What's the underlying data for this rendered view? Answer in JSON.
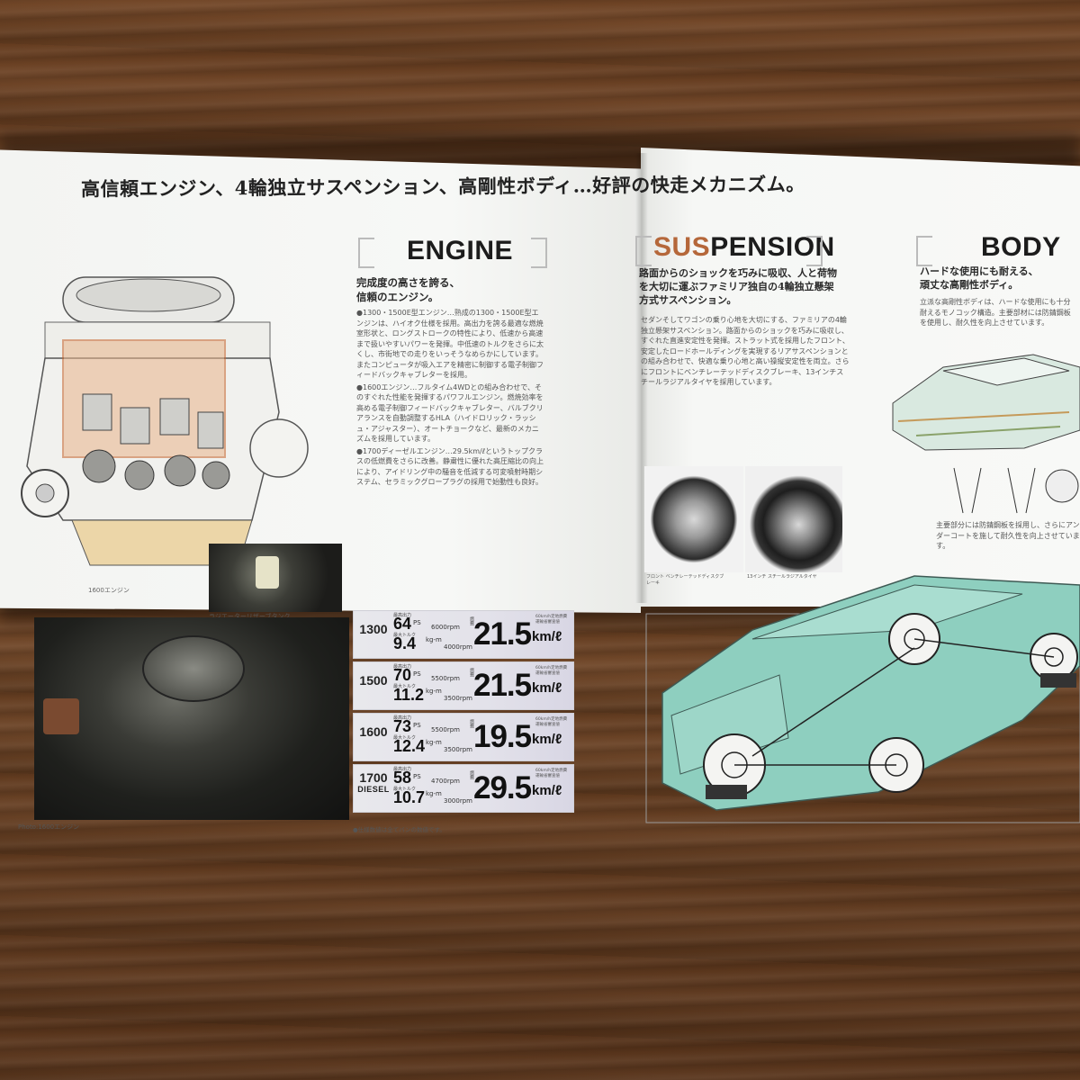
{
  "headline": "高信頼エンジン、4輪独立サスペンション、高剛性ボディ…好評の快走メカニズム。",
  "engine": {
    "title": "ENGINE",
    "subhead": [
      "完成度の高さを誇る、",
      "信頼のエンジン。"
    ],
    "paragraphs": [
      "●1300・1500E型エンジン…熟成の1300・1500E型エンジンは、ハイオク仕様を採用。高出力を誇る最適な燃焼室形状と、ロングストロークの特性により、低速から高速まで扱いやすいパワーを発揮。中低速のトルクをさらに太くし、市街地での走りをいっそうなめらかにしています。またコンピュータが吸入エアを精密に制御する電子制御フィードバックキャブレターを採用。",
      "●1600エンジン…フルタイム4WDとの組み合わせで、そのすぐれた性能を発揮するパワフルエンジン。燃焼効率を高める電子制御フィードバックキャブレター、バルブクリアランスを自動調整するHLA（ハイドロリック・ラッシュ・アジャスター）、オートチョークなど、最新のメカニズムを採用しています。",
      "●1700ディーゼルエンジン…29.5km/ℓというトップクラスの低燃費をさらに改善。静粛性に優れた高圧縮比の向上により、アイドリング中の騒音を低減する可変噴射時期システム、セラミックグロープラグの採用で始動性も良好。"
    ],
    "illustration_caption": "1600エンジン",
    "photo_small_caption": "ラジエーターリザーブタンク",
    "photo_large_caption": "Photo:1600エンジン",
    "specs": [
      {
        "model": "1300",
        "model_sub": "",
        "ps": "64",
        "ps_rpm": "6000rpm",
        "kg": "9.4",
        "kg_rpm": "4000rpm",
        "fuel": "21.5"
      },
      {
        "model": "1500",
        "model_sub": "",
        "ps": "70",
        "ps_rpm": "5500rpm",
        "kg": "11.2",
        "kg_rpm": "3500rpm",
        "fuel": "21.5"
      },
      {
        "model": "1600",
        "model_sub": "",
        "ps": "73",
        "ps_rpm": "5500rpm",
        "kg": "12.4",
        "kg_rpm": "3500rpm",
        "fuel": "19.5"
      },
      {
        "model": "1700",
        "model_sub": "DIESEL",
        "ps": "58",
        "ps_rpm": "4700rpm",
        "kg": "10.7",
        "kg_rpm": "3000rpm",
        "fuel": "29.5"
      }
    ],
    "ps_unit": "PS",
    "kg_unit": "kg-m",
    "fuel_unit": "km/ℓ",
    "spec_label_ps": "最高出力",
    "spec_label_kg": "最大トルク",
    "spec_label_fuel": "燃費",
    "spec_note": "60km/h定地燃費 運輸省審査値",
    "footnote": "●仕様数値は全てバンの数値です。"
  },
  "suspension": {
    "title_accent": "SUS",
    "title_rest": "PENSION",
    "subhead": [
      "路面からのショックを巧みに吸収、人と荷物",
      "を大切に運ぶファミリア独自の4輪独立懸架",
      "方式サスペンション。"
    ],
    "paragraphs": [
      "セダンそしてワゴンの乗り心地を大切にする、ファミリアの4輪独立懸架サスペンション。路面からのショックを巧みに吸収し、すぐれた直進安定性を発揮。ストラット式を採用したフロント、安定したロードホールディングを実現するリアサスペンションとの組み合わせで、快適な乗り心地と高い操縦安定性を両立。さらにフロントにベンチレーテッドディスクブレーキ、13インチスチールラジアルタイヤを採用しています。"
    ],
    "photo1_caption": "フロント ベンチレーテッドディスクブレーキ",
    "photo2_caption": "13インチ スチールラジアルタイヤ"
  },
  "body": {
    "title": "BODY",
    "subhead": [
      "ハードな使用にも耐える、",
      "頑丈な高剛性ボディ。"
    ],
    "paragraphs": [
      "立派な高剛性ボディは、ハードな使用にも十分耐えるモノコック構造。主要部材には防錆鋼板を使用し、耐久性を向上させています。"
    ],
    "detail_caption": "主要部分には防錆鋼板を採用し、さらにアンダーコートを施して耐久性を向上させています。"
  }
}
